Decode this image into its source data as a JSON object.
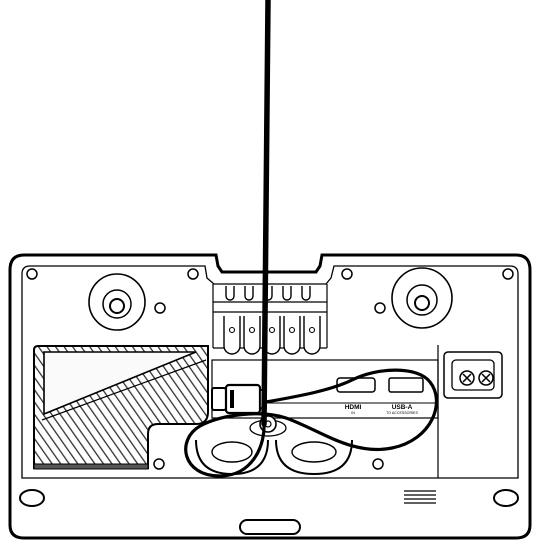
{
  "ports": {
    "hdmi": {
      "label": "HDMI",
      "sub": "IN"
    },
    "usb": {
      "label": "USB-A",
      "sub": "TO ACCESSORIES"
    }
  },
  "colors": {
    "line": "#000000",
    "background": "#ffffff",
    "hatch_fill": "#555555",
    "panel_fill": "#fafafa"
  }
}
